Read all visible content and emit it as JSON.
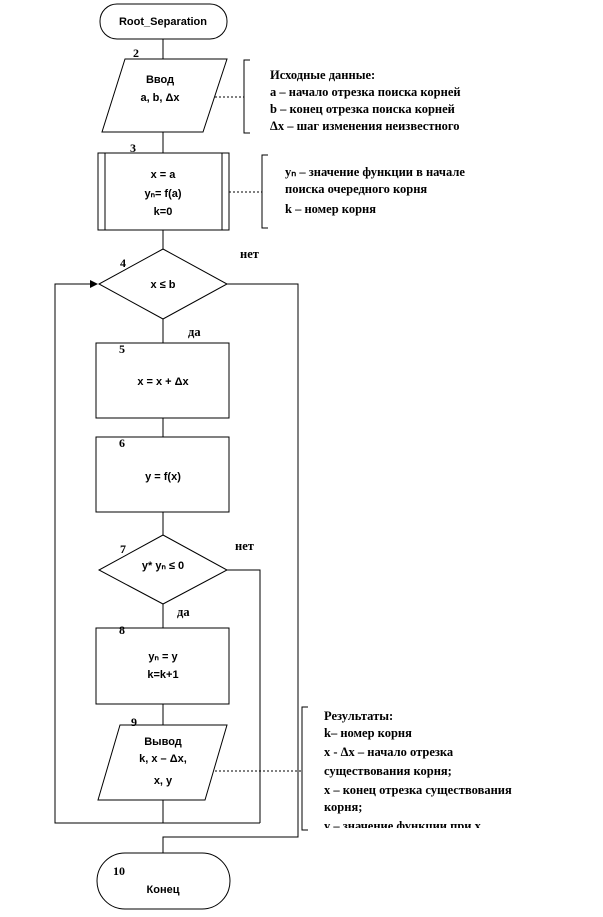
{
  "flowchart": {
    "start": {
      "label": "Root_Separation"
    },
    "block2": {
      "number": "2",
      "lines": [
        "Ввод",
        "a, b, Δx"
      ]
    },
    "note_input": {
      "lines": [
        "Исходные данные:",
        "a – начало отрезка поиска корней",
        "b – конец отрезка поиска корней",
        "Δx – шаг изменения неизвестного"
      ]
    },
    "block3": {
      "number": "3",
      "lines": [
        "x = a",
        "yₙ= f(a)",
        "k=0"
      ]
    },
    "note_init": {
      "lines": [
        "yₙ – значение функции в начале",
        "поиска очередного корня",
        "k – номер корня"
      ]
    },
    "block4": {
      "number": "4",
      "condition": "x ≤ b",
      "no_label": "нет",
      "yes_label": "да"
    },
    "block5": {
      "number": "5",
      "text": "x = x + Δx"
    },
    "block6": {
      "number": "6",
      "text": "y = f(x)"
    },
    "block7": {
      "number": "7",
      "condition": "y* yₙ ≤ 0",
      "no_label": "нет",
      "yes_label": "да"
    },
    "block8": {
      "number": "8",
      "lines": [
        "yₙ = y",
        "k=k+1"
      ]
    },
    "block9": {
      "number": "9",
      "lines": [
        "Вывод",
        "k, x – Δx,",
        "x, y"
      ]
    },
    "note_output": {
      "lines": [
        "Результаты:",
        "k– номер корня",
        "x - Δx – начало отрезка",
        "существования корня;",
        "x – конец отрезка существования",
        "корня;",
        "y – значение функции при x"
      ]
    },
    "end": {
      "number": "10",
      "label": "Конец"
    }
  }
}
